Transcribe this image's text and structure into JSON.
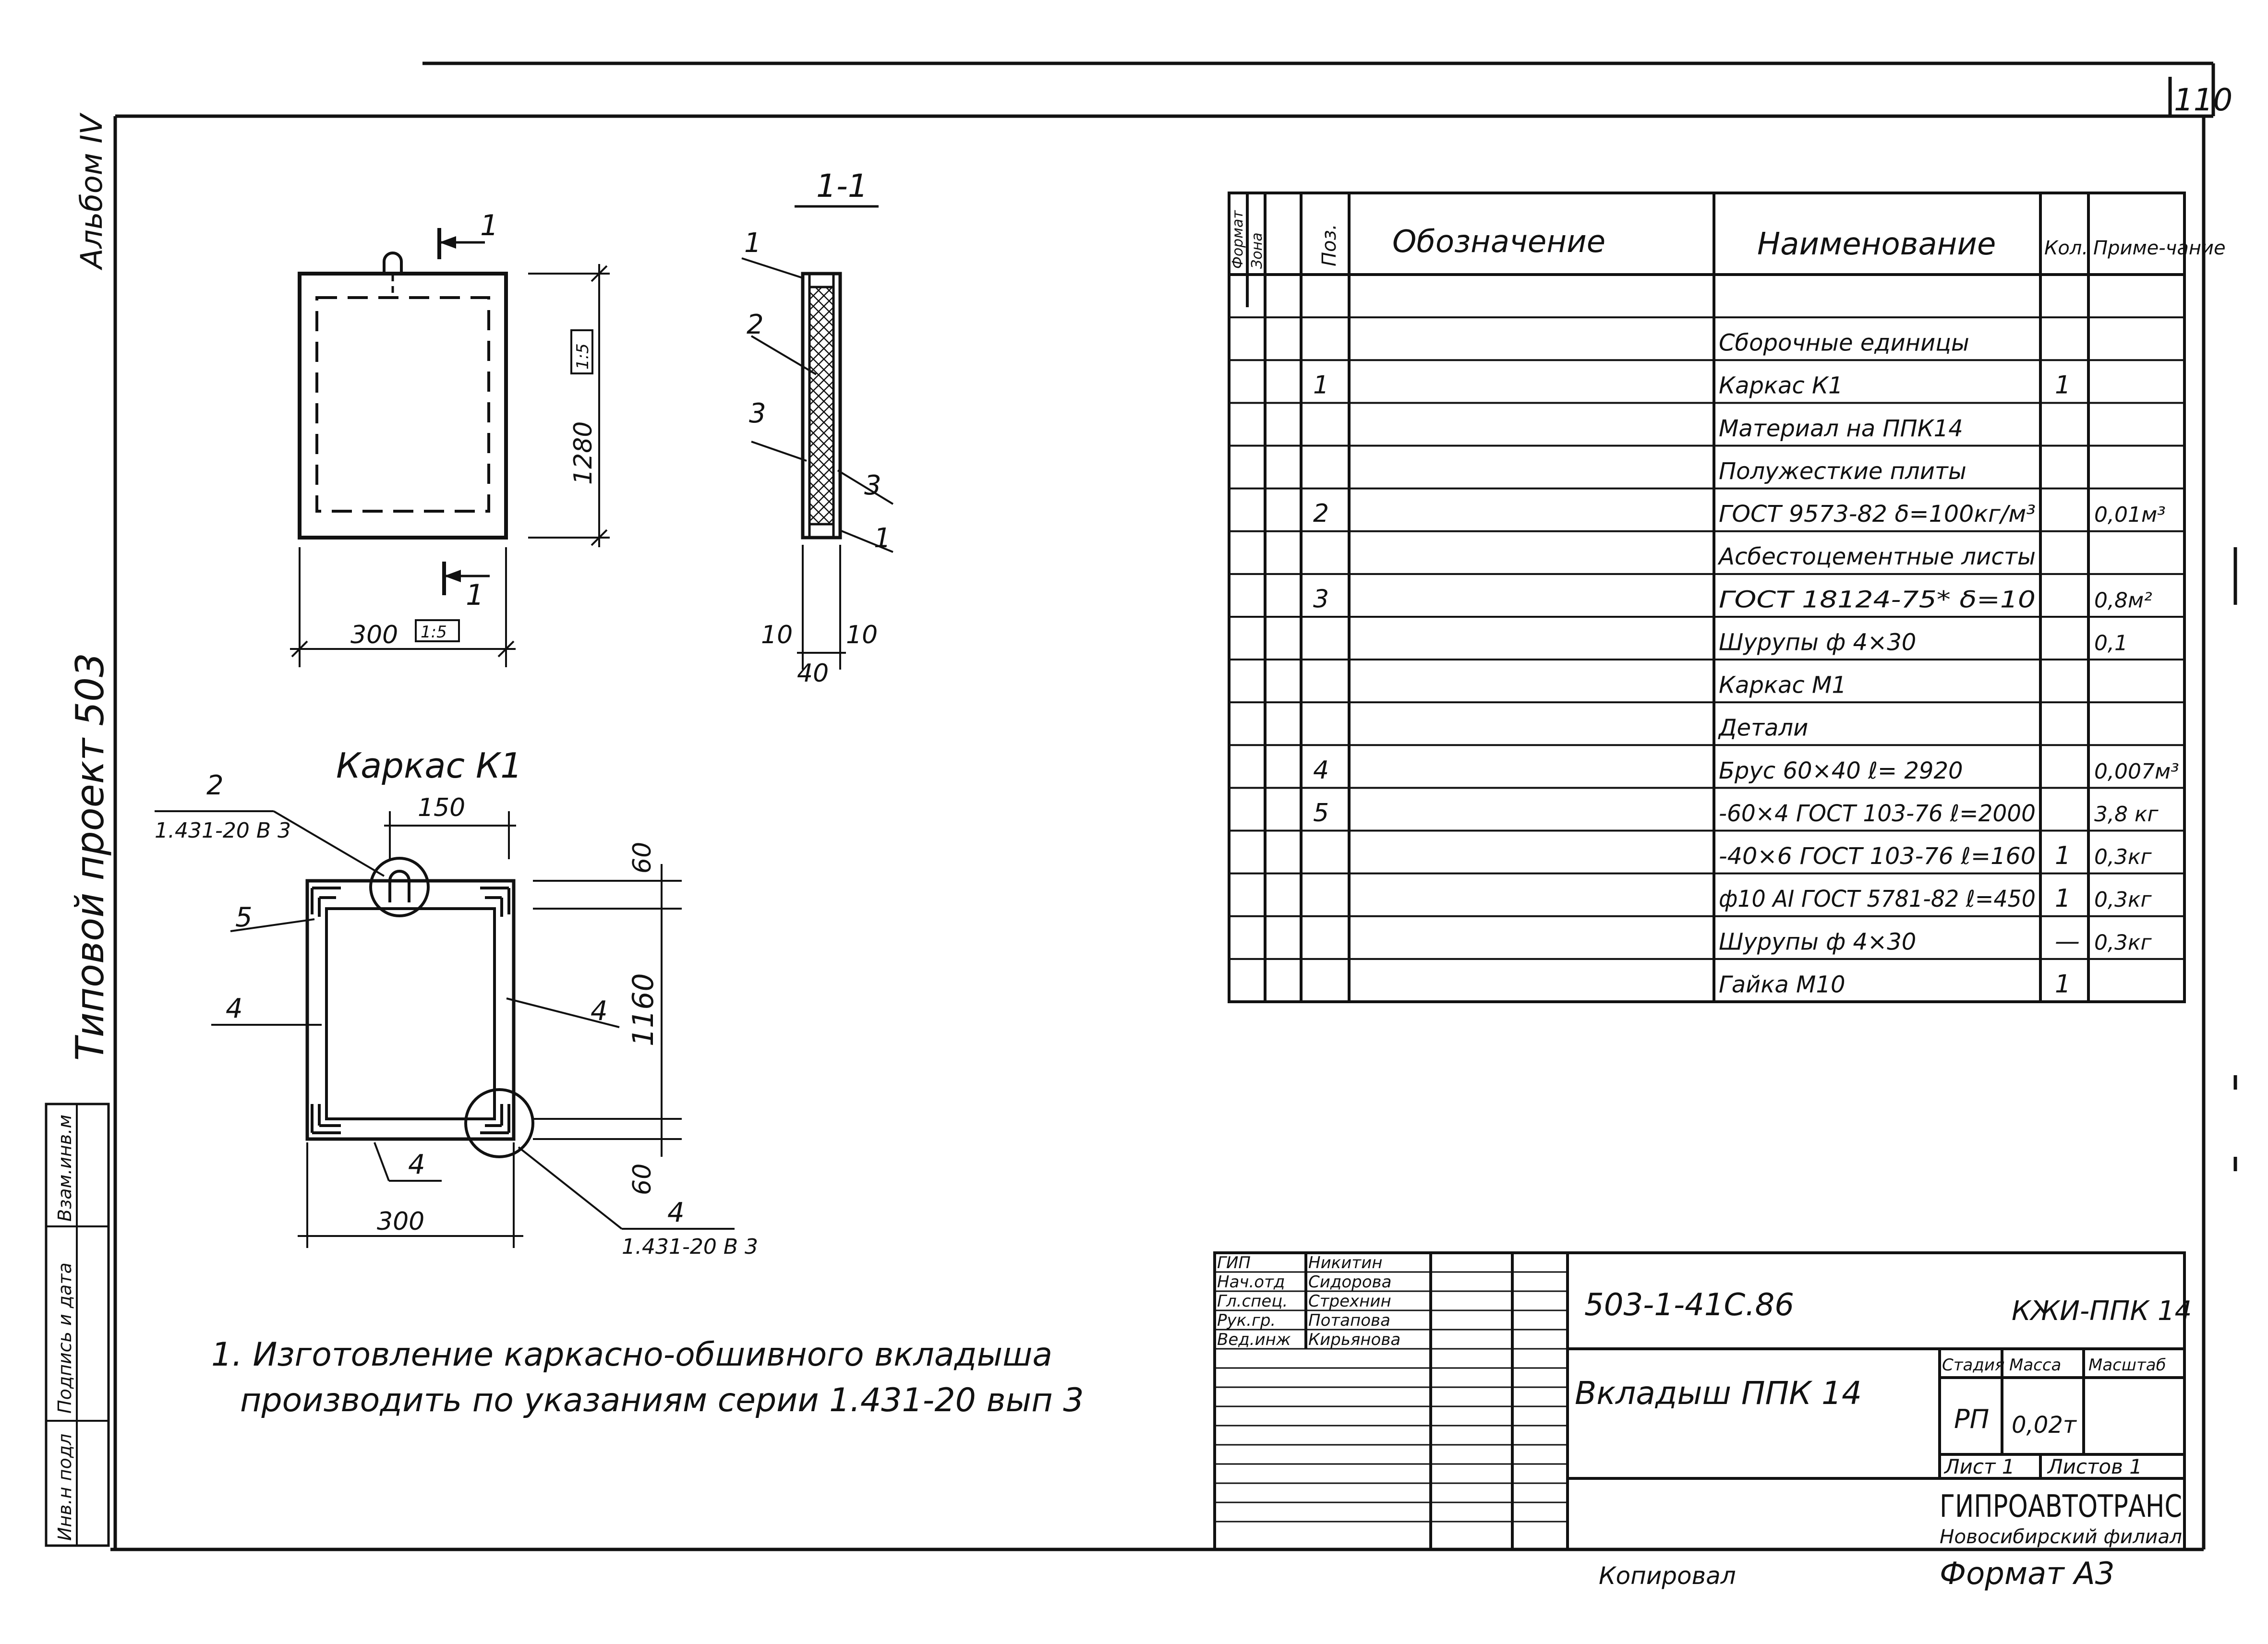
{
  "sheet_number": "110",
  "side_labels": {
    "album": "Альбом IV",
    "project": "Типовой проект 503"
  },
  "left_stamp": [
    "Инв.н подл",
    "Подпись и дата",
    "Взам.инв.м"
  ],
  "section_label": "1-1",
  "section_callouts": [
    "1",
    "2",
    "3",
    "3",
    "1"
  ],
  "section_dims": {
    "left": "10",
    "right": "10",
    "bottom": "40"
  },
  "front_view": {
    "cut_mark_top": "1",
    "cut_mark_bottom": "1",
    "height": "1280",
    "height_scale": "1:5",
    "width": "300",
    "width_scale": "1:5"
  },
  "frame": {
    "title": "Каркас К1",
    "ref_top": "2",
    "ref_top_series": "1.431-20 В 3",
    "dim_top": "150",
    "dim_side_top": "60",
    "dim_side_mid": "1160",
    "dim_side_bottom": "60",
    "dim_bottom": "300",
    "pos_5": "5",
    "pos_4_left": "4",
    "pos_4_right": "4",
    "pos_4_bottom": "4",
    "ref_bottom": "4",
    "ref_bottom_series": "1.431-20 В 3"
  },
  "note": {
    "line1": "1. Изготовление каркасно-обшивного вкладыша",
    "line2": "производить по указаниям серии 1.431-20 вып 3"
  },
  "spec": {
    "headers": {
      "format": "Формат",
      "zone": "Зона",
      "pos": "Поз.",
      "designation": "Обозначение",
      "name": "Наименование",
      "qty": "Кол.",
      "note": "Приме-чание"
    },
    "rows": [
      {
        "pos": "",
        "name": "",
        "qty": "",
        "note": ""
      },
      {
        "pos": "",
        "name": "Сборочные единицы",
        "qty": "",
        "note": ""
      },
      {
        "pos": "1",
        "name": "Каркас К1",
        "qty": "1",
        "note": ""
      },
      {
        "pos": "",
        "name": "Материал на ППК14",
        "qty": "",
        "note": ""
      },
      {
        "pos": "",
        "name": "Полужесткие плиты",
        "qty": "",
        "note": ""
      },
      {
        "pos": "2",
        "name": "ГОСТ 9573-82 δ=100кг/м³",
        "qty": "",
        "note": "0,01м³"
      },
      {
        "pos": "",
        "name": "Асбестоцементные листы",
        "qty": "",
        "note": ""
      },
      {
        "pos": "3",
        "name": "ГОСТ 18124-75* δ=10",
        "qty": "",
        "note": "0,8м²"
      },
      {
        "pos": "",
        "name": "Шурупы ф 4×30",
        "qty": "",
        "note": "0,1"
      },
      {
        "pos": "",
        "name": "Каркас М1",
        "qty": "",
        "note": ""
      },
      {
        "pos": "",
        "name": "Детали",
        "qty": "",
        "note": ""
      },
      {
        "pos": "4",
        "name": "Брус 60×40 ℓ= 2920",
        "qty": "",
        "note": "0,007м³"
      },
      {
        "pos": "5",
        "name": "-60×4 ГОСТ 103-76 ℓ=2000",
        "qty": "",
        "note": "3,8 кг"
      },
      {
        "pos": "",
        "name": "-40×6 ГОСТ 103-76 ℓ=160",
        "qty": "1",
        "note": "0,3кг"
      },
      {
        "pos": "",
        "name": "ф10 АI ГОСТ 5781-82 ℓ=450",
        "qty": "1",
        "note": "0,3кг"
      },
      {
        "pos": "",
        "name": "Шурупы ф 4×30",
        "qty": "—",
        "note": "0,3кг"
      },
      {
        "pos": "",
        "name": "Гайка М10",
        "qty": "1",
        "note": ""
      }
    ]
  },
  "title_block": {
    "people": [
      {
        "role": "ГИП",
        "name": "Никитин"
      },
      {
        "role": "Нач.отд",
        "name": "Сидорова"
      },
      {
        "role": "Гл.спец.",
        "name": "Стрехнин"
      },
      {
        "role": "Рук.гр.",
        "name": "Потапова"
      },
      {
        "role": "Вед.инж",
        "name": "Кирьянова"
      }
    ],
    "code": "503-1-41С.86",
    "code_right": "КЖИ-ППК 14",
    "title": "Вкладыш ППК 14",
    "stage_label": "Стадия",
    "mass_label": "Масса",
    "scale_label": "Масштаб",
    "stage": "РП",
    "mass": "0,02т",
    "sheet_label": "Лист 1",
    "sheets_label": "Листов 1",
    "org": "ГИПРОАВТОТРАНС",
    "branch": "Новосибирский филиал"
  },
  "footer": {
    "copied": "Копировал",
    "format": "Формат А3"
  }
}
